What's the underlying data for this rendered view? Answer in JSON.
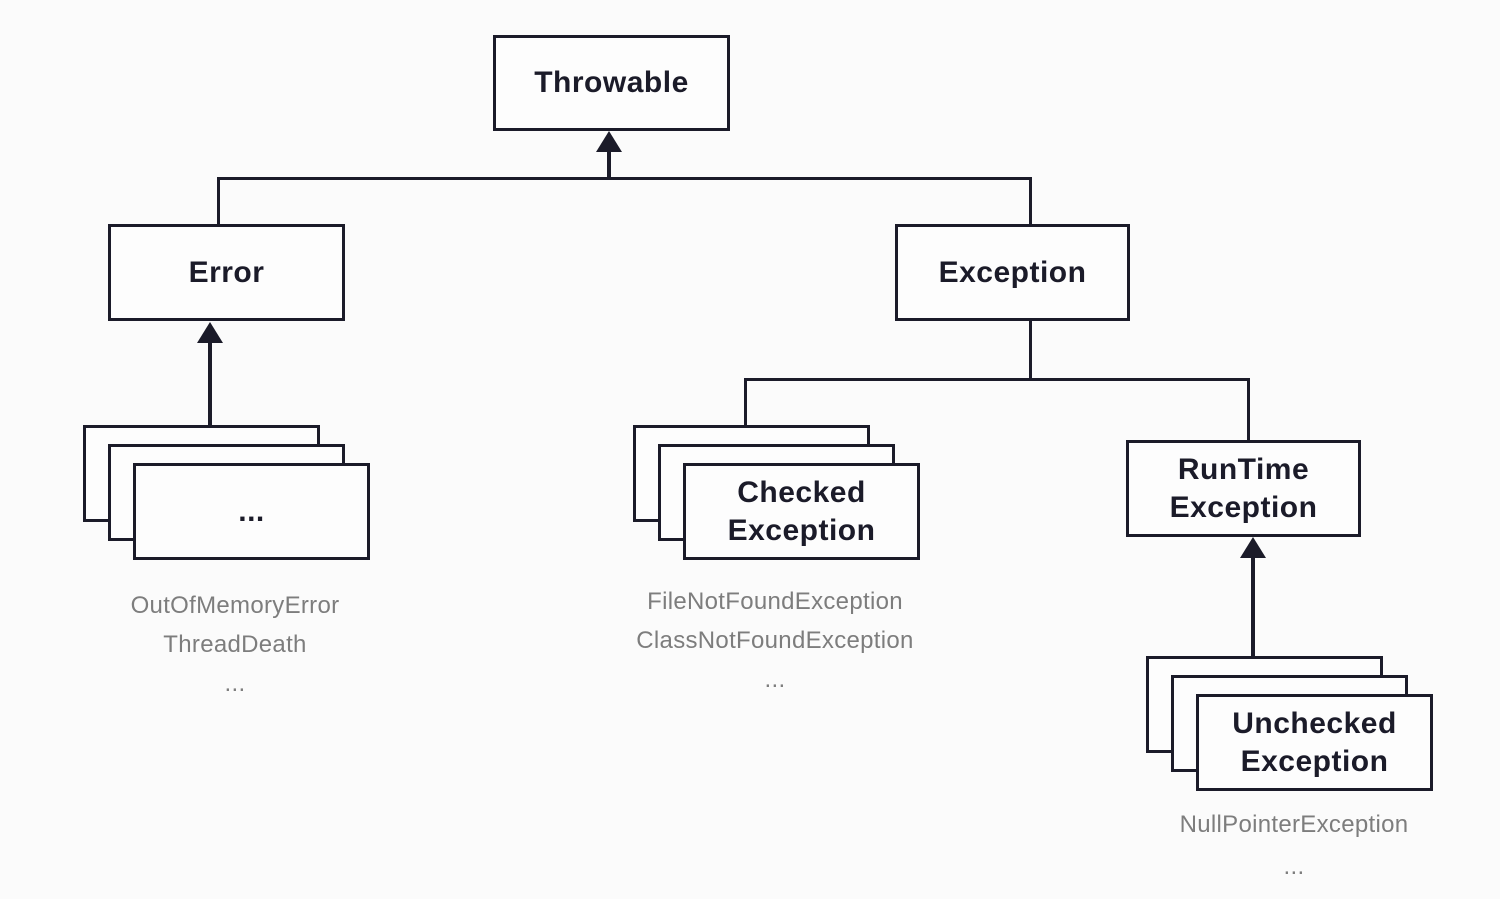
{
  "diagram": {
    "colors": {
      "line": "#1B1B29",
      "box_bg": "#FDFDFD",
      "caption_text": "#7D7D7D",
      "background": "#FBFBFB"
    },
    "nodes": {
      "throwable": {
        "label": "Throwable"
      },
      "error": {
        "label": "Error"
      },
      "exception": {
        "label": "Exception"
      },
      "checked_exception": {
        "line1": "Checked",
        "line2": "Exception"
      },
      "runtime_exception": {
        "line1": "RunTime",
        "line2": "Exception"
      },
      "unchecked_exception": {
        "line1": "Unchecked",
        "line2": "Exception"
      },
      "error_instances": {
        "box_label": "..."
      }
    },
    "captions": {
      "error_examples": {
        "items": [
          "OutOfMemoryError",
          "ThreadDeath",
          "..."
        ]
      },
      "checked_examples": {
        "items": [
          "FileNotFoundException",
          "ClassNotFoundException",
          "..."
        ]
      },
      "unchecked_examples": {
        "items": [
          "NullPointerException",
          "..."
        ]
      }
    }
  }
}
